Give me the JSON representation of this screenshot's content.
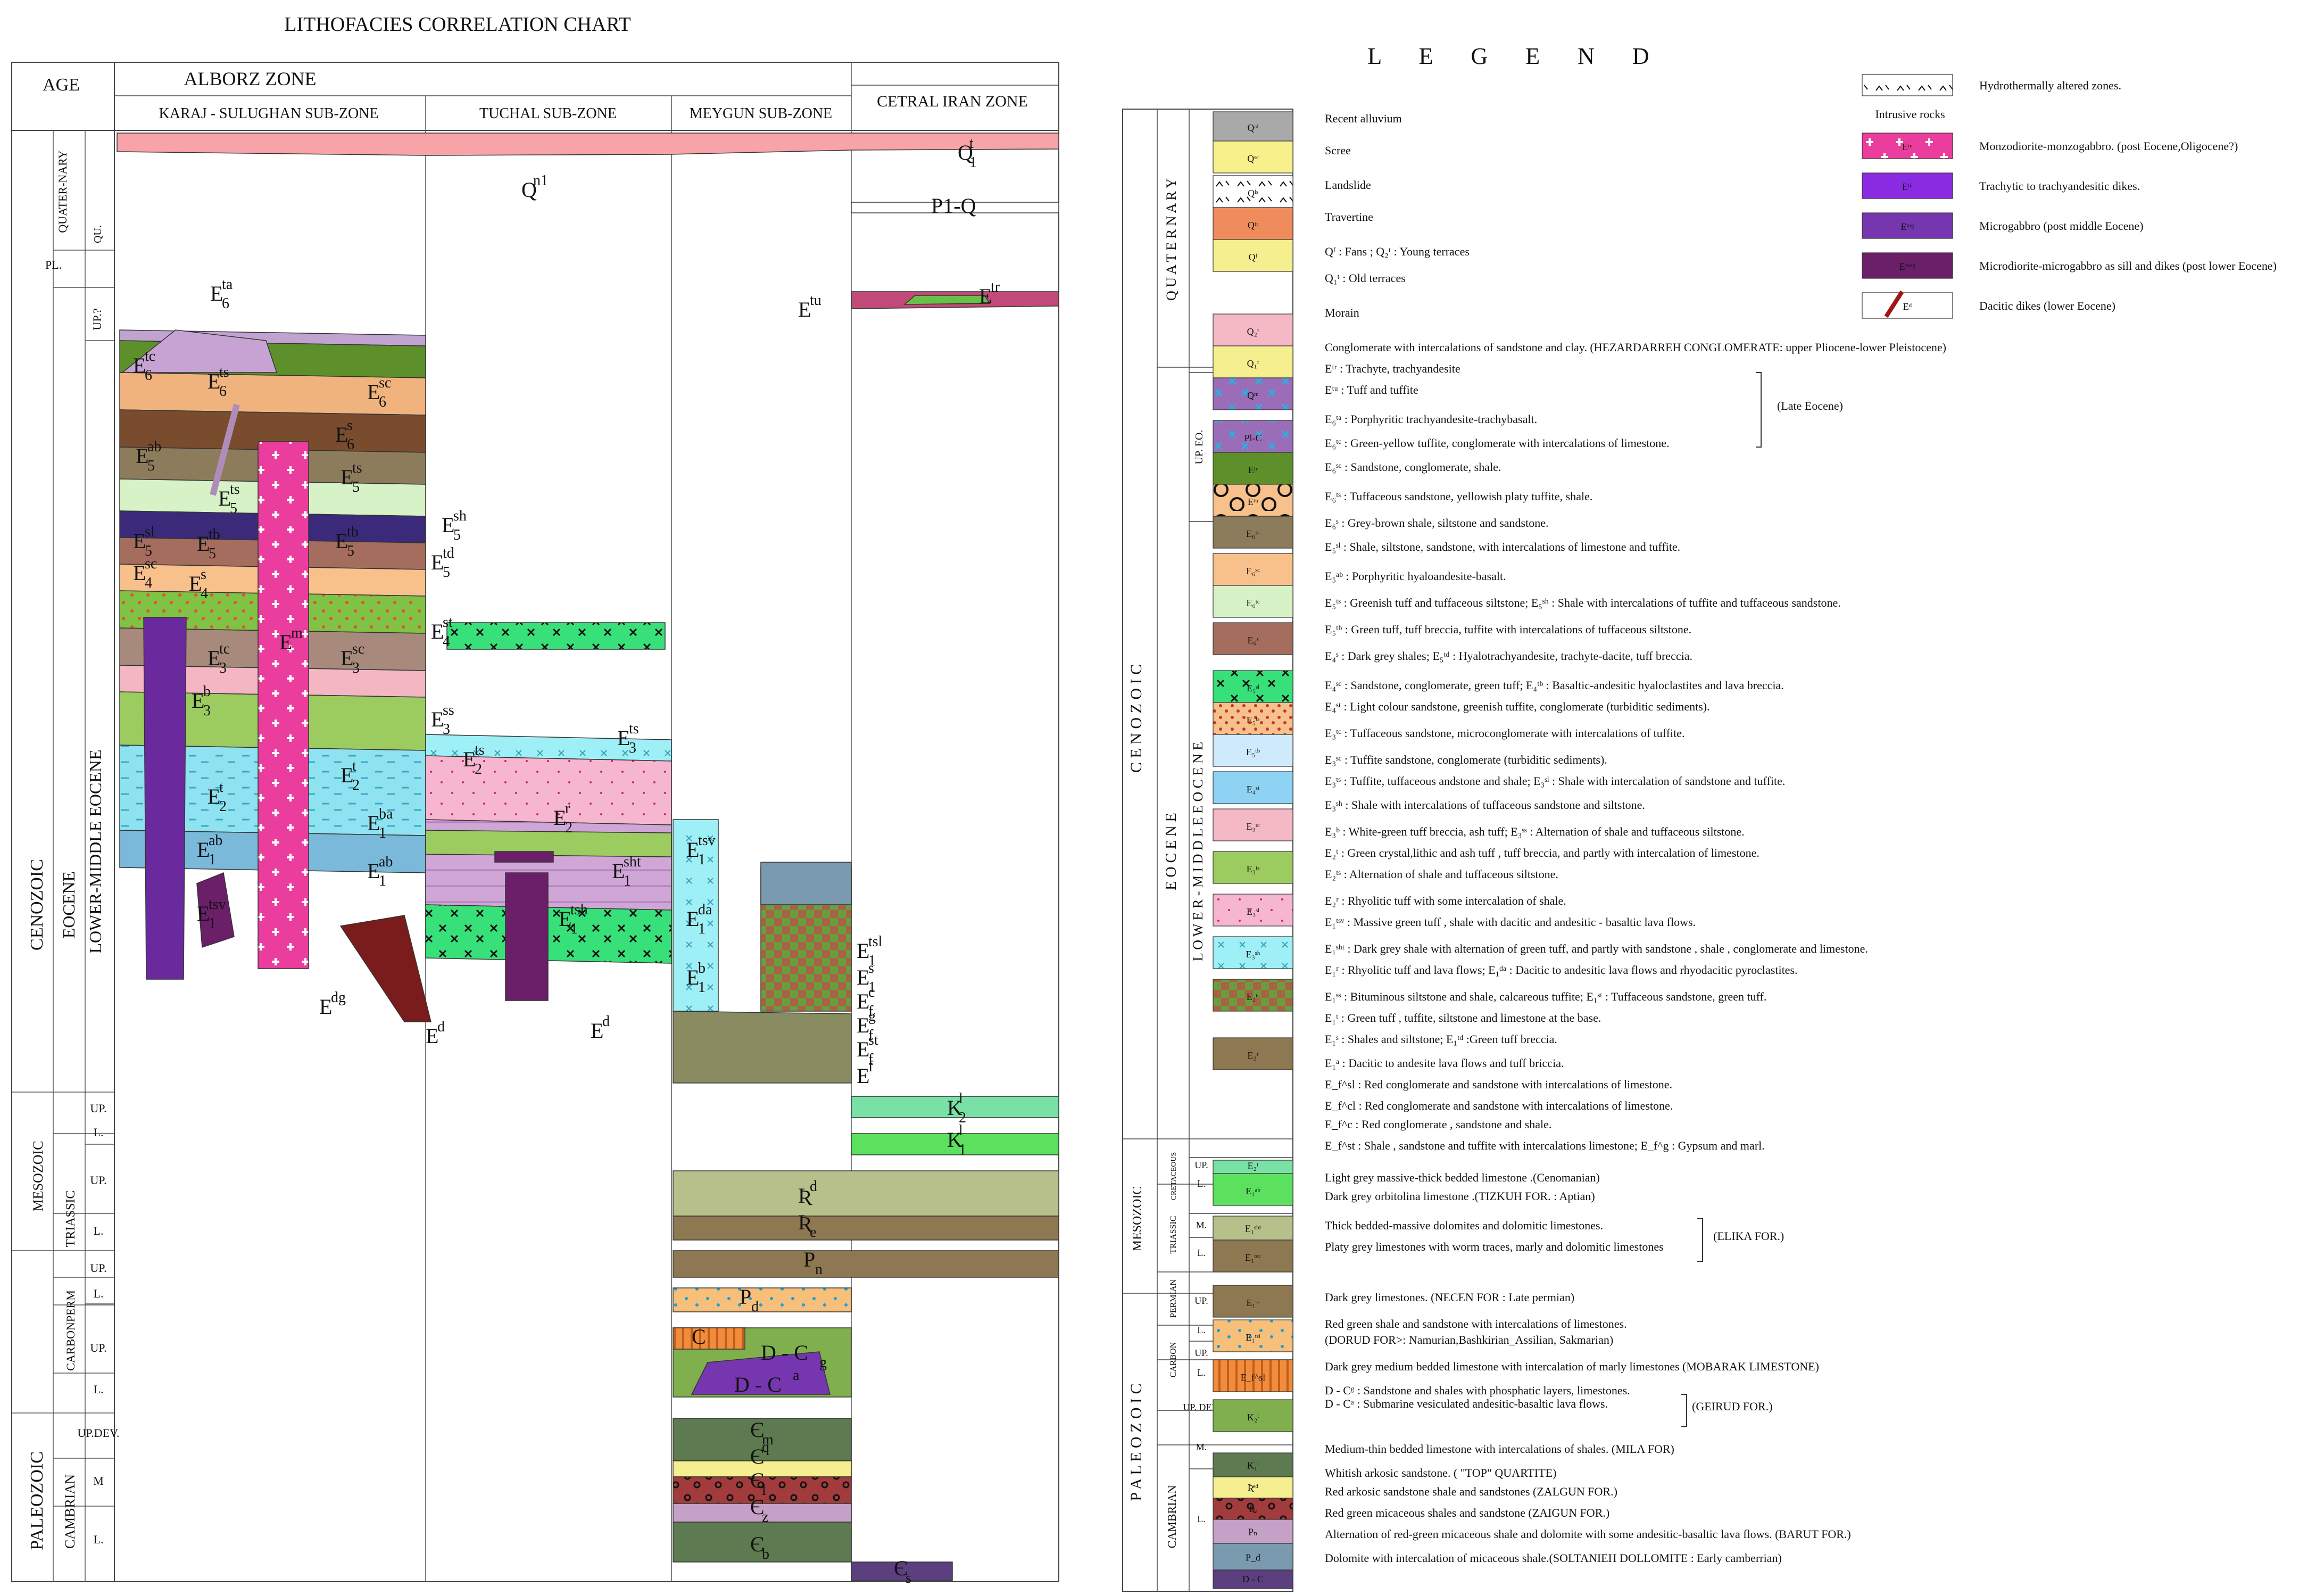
{
  "title": "LITHOFACIES CORRELATION CHART",
  "chart": {
    "age_header": "AGE",
    "zone_alborz": "ALBORZ ZONE",
    "zone_central": "CETRAL IRAN ZONE",
    "subzones": [
      "KARAJ  -  SULUGHAN SUB-ZONE",
      "TUCHAL SUB-ZONE",
      "MEYGUN SUB-ZONE"
    ],
    "eras": [
      "CENOZOIC",
      "MESOZOIC",
      "PALEOZOIC"
    ],
    "periods": [
      "EOCENE",
      "TRIASSIC",
      "CARBONPERM",
      "CAMBRIAN"
    ],
    "epochs": [
      "QUATER-NARY",
      "PL.",
      "QU.",
      "UP.?",
      "LOWER-MIDDLE EOCENE",
      "UP.",
      "L.",
      "UP.",
      "L.",
      "UP.",
      "L.",
      "UP.",
      "L.",
      "UP.DEV.",
      "M",
      "L."
    ],
    "unit_labels": [
      {
        "base": "Q",
        "sup": "n1"
      },
      {
        "base": "Q",
        "sup": "t",
        "sub": "1"
      },
      {
        "base": "P1-Q"
      },
      {
        "base": "E",
        "sup": "tu"
      },
      {
        "base": "E",
        "sup": "tr"
      },
      {
        "base": "E",
        "sup": "ta",
        "sub": "6"
      },
      {
        "base": "E",
        "sup": "tc",
        "sub": "6"
      },
      {
        "base": "E",
        "sup": "ts",
        "sub": "6"
      },
      {
        "base": "E",
        "sup": "sc",
        "sub": "6"
      },
      {
        "base": "E",
        "sup": "s",
        "sub": "6"
      },
      {
        "base": "E",
        "sup": "ab",
        "sub": "5"
      },
      {
        "base": "E",
        "sup": "ts",
        "sub": "5"
      },
      {
        "base": "E",
        "sup": "ts",
        "sub": "5"
      },
      {
        "base": "E",
        "sup": "sh",
        "sub": "5"
      },
      {
        "base": "E",
        "sup": "sl",
        "sub": "5"
      },
      {
        "base": "E",
        "sup": "tb",
        "sub": "5"
      },
      {
        "base": "E",
        "sup": "tb",
        "sub": "5"
      },
      {
        "base": "E",
        "sup": "td",
        "sub": "5"
      },
      {
        "base": "E",
        "sup": "sc",
        "sub": "4"
      },
      {
        "base": "E",
        "sup": "s",
        "sub": "4"
      },
      {
        "base": "E",
        "sup": "st",
        "sub": "4"
      },
      {
        "base": "E",
        "sup": "m"
      },
      {
        "base": "E",
        "sup": "tc",
        "sub": "3"
      },
      {
        "base": "E",
        "sup": "sc",
        "sub": "3"
      },
      {
        "base": "E",
        "sup": "b",
        "sub": "3"
      },
      {
        "base": "E",
        "sup": "ss",
        "sub": "3"
      },
      {
        "base": "E",
        "sup": "ts",
        "sub": "3"
      },
      {
        "base": "E",
        "sup": "ts",
        "sub": "2"
      },
      {
        "base": "E",
        "sup": "t",
        "sub": "2"
      },
      {
        "base": "E",
        "sup": "t",
        "sub": "2"
      },
      {
        "base": "E",
        "sup": "r",
        "sub": "2"
      },
      {
        "base": "E",
        "sup": "ba",
        "sub": "1"
      },
      {
        "base": "E",
        "sup": "ab",
        "sub": "1"
      },
      {
        "base": "E",
        "sup": "ab",
        "sub": "1"
      },
      {
        "base": "E",
        "sup": "tsv",
        "sub": "1"
      },
      {
        "base": "E",
        "sup": "sht",
        "sub": "1"
      },
      {
        "base": "E",
        "sup": "tsh",
        "sub": "1"
      },
      {
        "base": "E",
        "sup": "tsv",
        "sub": "1"
      },
      {
        "base": "E",
        "sup": "da",
        "sub": "1"
      },
      {
        "base": "E",
        "sup": "b",
        "sub": "1"
      },
      {
        "base": "E",
        "sup": "dg"
      },
      {
        "base": "E",
        "sup": "d"
      },
      {
        "base": "E",
        "sup": "d"
      },
      {
        "base": "E",
        "sup": "tsl",
        "sub": "1"
      },
      {
        "base": "E",
        "sup": "s",
        "sub": "1"
      },
      {
        "base": "E",
        "sup": "c",
        "sub": "f"
      },
      {
        "base": "E",
        "sup": "g",
        "sub": "f"
      },
      {
        "base": "E",
        "sup": "st",
        "sub": "f"
      },
      {
        "base": "E",
        "sup": "f"
      },
      {
        "base": "K",
        "sup": "l",
        "sub": "2"
      },
      {
        "base": "K",
        "sup": "l",
        "sub": "1"
      },
      {
        "base": "Ʀ",
        "sup": "d"
      },
      {
        "base": "Ʀ",
        "sub": "e"
      },
      {
        "base": "P",
        "sub": "n"
      },
      {
        "base": "P",
        "sub": "d"
      },
      {
        "base": "C"
      },
      {
        "base": "D - C",
        "sub": "g"
      },
      {
        "base": "D - C",
        "sup": "a"
      },
      {
        "base": "Є",
        "sub": "m"
      },
      {
        "base": "Є",
        "sup": "q"
      },
      {
        "base": "Є",
        "sub": "l"
      },
      {
        "base": "Є",
        "sub": "z"
      },
      {
        "base": "Є",
        "sub": "b"
      },
      {
        "base": "Є",
        "sub": "s"
      }
    ]
  },
  "legend": {
    "title": "L   E   G   E   N   D",
    "eras": [
      "C  E  N  O  Z  O  I  C",
      "MESOZOIC",
      "P  A  L  E  O  Z  O  I  C"
    ],
    "periods": [
      "Q U A T E R N A R Y",
      "E  O  C  E  N  E",
      "CRETACEOUS",
      "TRIASSIC",
      "PERMIAN",
      "CARBON",
      "CAMBRIAN"
    ],
    "epochs": [
      "UP. EO.",
      "L O W E R - M I D D L E   E O C E N E",
      "UP.",
      "L.",
      "M.",
      "L.",
      "UP.",
      "L.",
      "UP.",
      "L.",
      "UP. DEV.",
      "M.",
      "L."
    ],
    "entries": [
      "Recent alluvium",
      "Scree",
      "Landslide",
      "Travertine",
      "Qᶠ : Fans ;  Q₂ᵗ : Young terraces",
      "Q₁ᵗ : Old terraces",
      "Morain",
      "Conglomerate with intercalations of sandstone and clay. (HEZARDARREH CONGLOMERATE: upper Pliocene-lower Pleistocene)",
      "Eᵗʳ : Trachyte, trachyandesite",
      "Eᵗᵘ : Tuff and tuffite",
      "E₆ᵗᵃ : Porphyritic trachyandesite-trachybasalt.",
      "E₆ᵗᶜ : Green-yellow tuffite, conglomerate with intercalations of limestone.",
      "E₆ˢᶜ : Sandstone, conglomerate, shale.",
      "E₆ᵗˢ : Tuffaceous sandstone, yellowish platy tuffite, shale.",
      "E₆ˢ : Grey-brown shale, siltstone and sandstone.",
      "E₅ˢˡ : Shale, siltstone, sandstone, with intercalations of limestone and tuffite.",
      "E₅ᵃᵇ : Porphyritic hyaloandesite-basalt.",
      "E₅ᵗˢ : Greenish tuff and tuffaceous siltstone;  E₅ˢʰ : Shale with intercalations of tuffite and tuffaceous sandstone.",
      "E₅ᵗᵇ : Green tuff, tuff breccia, tuffite with intercalations of tuffaceous siltstone.",
      "E₄ˢ : Dark grey shales; E₅ᵗᵈ : Hyalotrachyandesite, trachyte-dacite, tuff breccia.",
      "E₄ˢᶜ : Sandstone, conglomerate, green tuff; E₄ᵗᵇ : Basaltic-andesitic hyaloclastites and lava breccia.",
      "E₄ˢᵗ : Light colour sandstone, greenish tuffite, conglomerate (turbiditic sediments).",
      "E₃ᵗᶜ : Tuffaceous sandstone, microconglomerate with intercalations of tuffite.",
      "E₃ˢᶜ : Tuffite sandstone, conglomerate (turbiditic sediments).",
      "E₃ᵗˢ : Tuffite, tuffaceous andstone and shale; E₃ˢˡ : Shale with intercalation of sandstone and tuffite.",
      "E₃ˢʰ : Shale with intercalations of tuffaceous sandstone and siltstone.",
      "E₃ᵇ : White-green tuff breccia, ash tuff; E₃ˢˢ : Alternation of shale and tuffaceous siltstone.",
      "E₂ᵗ : Green crystal,lithic and ash tuff , tuff breccia, and partly with intercalation of limestone.",
      "E₂ᵗˢ : Alternation of shale and tuffaceous siltstone.",
      "E₂ʳ : Rhyolitic tuff with some intercalation of shale.",
      "E₁ᵗˢᵛ : Massive green tuff , shale with dacitic and andesitic - basaltic lava flows.",
      "E₁ˢʰᵗ : Dark grey shale with alternation of green tuff, and partly with sandstone , shale , conglomerate and limestone.",
      "E₁ʳ : Rhyolitic tuff and lava flows; E₁ᵈᵃ : Dacitic to andesitic lava flows and rhyodacitic pyroclastites.",
      "E₁ˢˢ : Bituminous siltstone and shale, calcareous tuffite; E₁ˢᵗ : Tuffaceous sandstone, green tuff.",
      "E₁ᵗ : Green tuff , tuffite, siltstone and limestone at the base.",
      "E₁ˢ : Shales and siltstone; E₁ᵗᵈ :Green tuff breccia.",
      "E₁ᵃ : Dacitic to andesite lava flows and tuff briccia.",
      "E_f^sl : Red conglomerate and sandstone with intercalations of limestone.",
      "E_f^cl : Red conglomerate and sandstone with intercalations of limestone.",
      "E_f^c : Red conglomerate , sandstone and shale.",
      "E_f^st : Shale , sandstone and tuffite with intercalations limestone; E_f^g : Gypsum and marl.",
      "Light grey massive-thick bedded limestone .(Cenomanian)",
      "Dark grey orbitolina limestone .(TIZKUH FOR. :  Aptian)",
      "Thick bedded-massive dolomites and dolomitic limestones.",
      "Platy grey limestones with worm traces, marly and dolomitic limestones",
      "Dark grey limestones. (NECEN FOR  : Late permian)",
      "Red green shale and sandstone with intercalations of limestones.",
      "(DORUD FOR>: Namurian,Bashkirian_Assilian, Sakmarian)",
      "Dark grey medium bedded limestone with intercalation of marly limestones (MOBARAK LIMESTONE)",
      "D - Cᵍ : Sandstone and shales with phosphatic layers, limestones.",
      "D - Cᵃ : Submarine vesiculated andesitic-basaltic lava flows.",
      "Medium-thin bedded limestone with intercalations of shales. (MILA FOR)",
      "Whitish arkosic sandstone. ( \"TOP\" QUARTITE)",
      "Red arkosic sandstone shale and sandstones (ZALGUN FOR.)",
      "Red green micaceous shales and sandstone (ZAIGUN FOR.)",
      "Alternation of red-green micaceous shale and dolomite with some andesitic-basaltic lava flows. (BARUT FOR.)",
      "Dolomite with intercalation of micaceous shale.(SOLTANIEH DOLLOMITE : Early camberrian)"
    ],
    "group_notes": [
      "(Late Eocene)",
      "(ELIKA FOR.)",
      "(GEIRUD FOR.)"
    ],
    "swatch_labels": [
      "Qᵃˡ",
      "Qˢᶜ",
      "Qˡˢ",
      "Qᵗʳ",
      "Qᶠ",
      "Q₂ᵗ",
      "Q₁ᵗ",
      "Qᵐ",
      "Pl-C",
      "Eᵗʳ",
      "Eᵗᵘ",
      "E₆ᵗᵃ",
      "E₆ˢᶜ",
      "E₆ᵗᶜ",
      "E₆ˢ",
      "E₅ˢˡ",
      "E₅ᵗˢ",
      "E₅ᵗᵇ",
      "E₄ˢᵗ",
      "E₃ᵗᶜ",
      "E₃ᵗˢ",
      "E₃ˢˡ",
      "E₃ˢʰ",
      "E₂ᵗˢ",
      "E₂ʳ",
      "E₂ᵗ",
      "E₁ᵃᵇ",
      "E₁ˢʰᵗ",
      "E₁ᵗˢᵛ",
      "E₁ˢˢ",
      "E₁ᵗˢˡ",
      "E_f^sl",
      "K₂ˡ",
      "K₁ˡ",
      "Ʀᵉᵈ",
      "Ʀₑ",
      "Pₙ",
      "P_d",
      "D - C",
      "Єₘ",
      "Єᵠ",
      "Є_z",
      "Є_l",
      "Є_b",
      "Є_s"
    ],
    "intrusive": {
      "hydro": "Hydrothermally altered zones.",
      "heading": "Intrusive rocks",
      "items": [
        "Monzodiorite-monzogabbro. (post Eocene,Oligocene?)",
        "Trachytic to trachyandesitic dikes.",
        "Microgabbro (post middle Eocene)",
        "Microdiorite-microgabbro as sill and dikes (post lower Eocene)",
        "Dacitic dikes (lower Eocene)"
      ],
      "swatch_labels": [
        "Eᵐ",
        "Eᵗᵈ",
        "Eᵐᵍ",
        "Eᵐᵈᵍ",
        "Eᵈ"
      ]
    }
  }
}
